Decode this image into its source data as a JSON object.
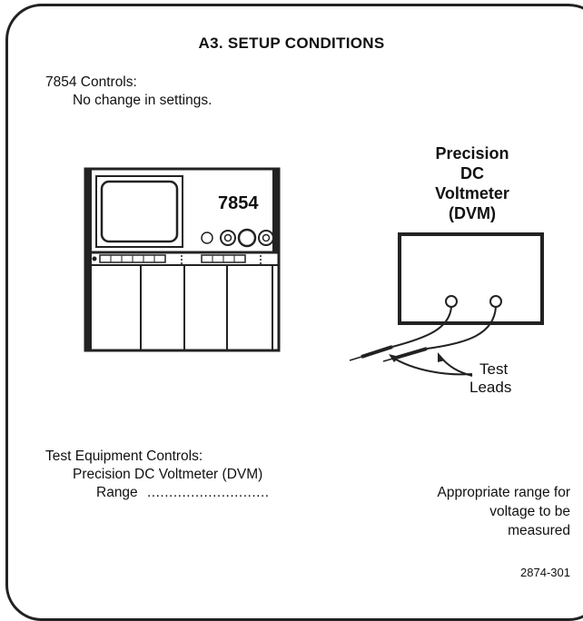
{
  "title": "A3. SETUP CONDITIONS",
  "controls": {
    "heading": "7854 Controls:",
    "note": "No change in settings."
  },
  "oscilloscope": {
    "model": "7854"
  },
  "dvm": {
    "label_lines": [
      "Precision",
      "DC",
      "Voltmeter",
      "(DVM)"
    ]
  },
  "leads_label": [
    "Test",
    "Leads"
  ],
  "equipment": {
    "heading": "Test Equipment Controls:",
    "instrument": "Precision DC Voltmeter (DVM)",
    "setting_name": "Range",
    "leader": "............................",
    "setting_value_lines": [
      "Appropriate range for",
      "voltage to be",
      "measured"
    ]
  },
  "figure_number": "2874-301"
}
